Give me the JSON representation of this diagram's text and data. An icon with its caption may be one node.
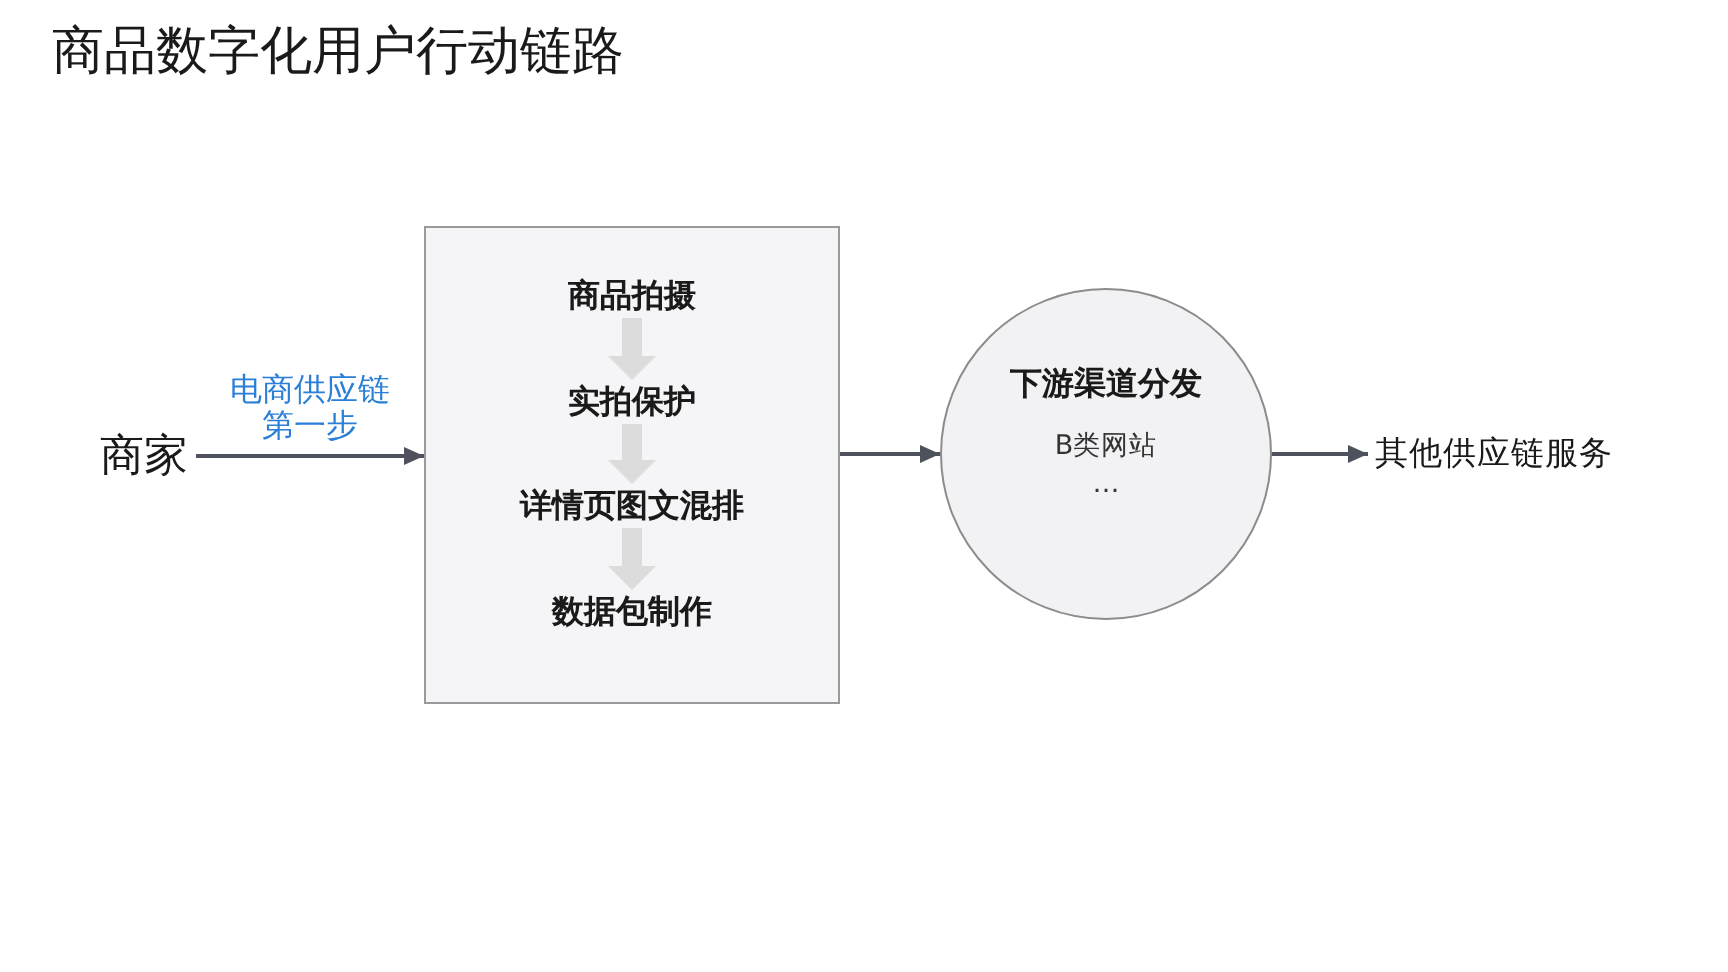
{
  "diagram": {
    "title": "商品数字化用户行动链路",
    "nodes": [
      {
        "text": [
          "商家"
        ]
      },
      {
        "text": [],
        "shape": "box"
      },
      {
        "text": [
          "商品拍摄"
        ],
        "in": 1
      },
      {
        "text": [
          "实拍保护"
        ],
        "in": 1
      },
      {
        "text": [
          "详情页图文混排"
        ],
        "in": 1
      },
      {
        "text": [
          "数据包制作"
        ],
        "in": 1
      },
      {
        "text": [
          "下游渠道分发",
          "B类网站",
          "…"
        ]
      },
      {
        "text": [
          "其他供应链服务"
        ]
      }
    ],
    "edges": [
      {
        "from": 0,
        "to": 1,
        "arrow": "to",
        "label": "电商供应链第一步"
      },
      {
        "from": 2,
        "to": 3,
        "arrow": "to",
        "style": "thick",
        "color": "#dcdcdc"
      },
      {
        "from": 3,
        "to": 4,
        "arrow": "to",
        "style": "thick",
        "color": "#dcdcdc"
      },
      {
        "from": 4,
        "to": 5,
        "arrow": "to",
        "style": "thick",
        "color": "#dcdcdc"
      },
      {
        "from": 1,
        "to": 6,
        "arrow": "to"
      },
      {
        "from": 6,
        "to": 7,
        "arrow": "to"
      }
    ]
  }
}
